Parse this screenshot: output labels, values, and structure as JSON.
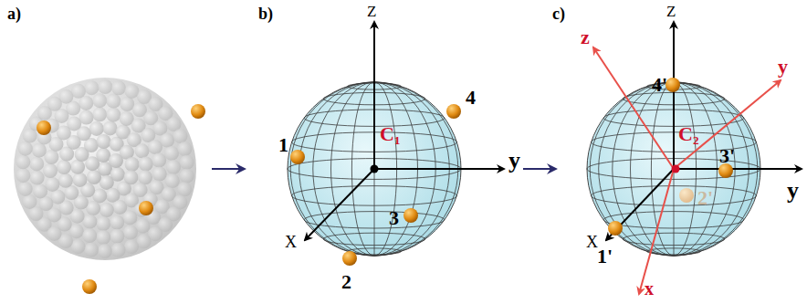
{
  "diagram": {
    "labels": [
      "a)",
      "b)",
      "Z",
      "y",
      "X",
      "C₁",
      "1",
      "4",
      "3",
      "2",
      "c)",
      "Z",
      "y",
      "X",
      "z",
      "y",
      "x",
      "4'",
      "C₂",
      "3'",
      "2'",
      "1'"
    ]
  }
}
